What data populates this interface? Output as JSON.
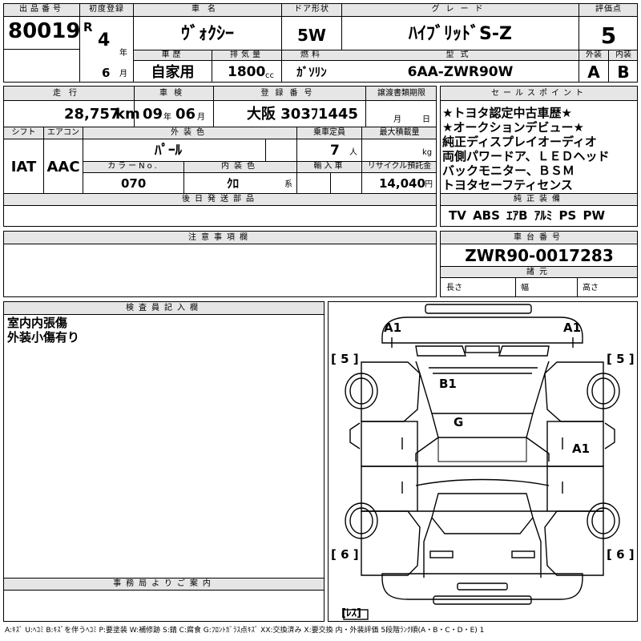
{
  "top": {
    "lot_label": "出品番号",
    "lot": "80019",
    "first_reg_label": "初度登録",
    "era": "R",
    "year": "4",
    "year_unit": "年",
    "month": "6",
    "month_unit": "月",
    "name_label": "車名",
    "name": "ｳﾞｫｸｼｰ",
    "history_label": "車歴",
    "history": "自家用",
    "disp_label": "排気量",
    "disp": "1800",
    "disp_unit": "cc",
    "door_label": "ドア形状",
    "door": "5W",
    "fuel_label": "燃料",
    "fuel": "ｶﾞｿﾘﾝ",
    "grade_label": "グレード",
    "grade": "ﾊｲﾌﾞﾘｯﾄﾞS-Z",
    "model_label": "型式",
    "model": "6AA-ZWR90W",
    "score_label": "評価点",
    "score": "5",
    "ext_label": "外装",
    "ext": "A",
    "int_label": "内装",
    "int": "B"
  },
  "mid": {
    "mileage_label": "走行",
    "mileage": "28,757",
    "mileage_unit": "km",
    "inspection_label": "車検",
    "insp_year": "09",
    "insp_year_unit": "年",
    "insp_month": "06",
    "insp_month_unit": "月",
    "reg_label": "登録番号",
    "reg": "大阪 303ﾌ1445",
    "transfer_label": "譲渡書類期限",
    "transfer_month_unit": "月",
    "transfer_day_unit": "日",
    "shift_label": "シフト",
    "shift": "IAT",
    "ac_label": "エアコン",
    "ac": "AAC",
    "color_label": "外装色",
    "color": "ﾊﾟｰﾙ",
    "capacity_label": "乗車定員",
    "capacity": "7",
    "capacity_unit": "人",
    "load_label": "最大積載量",
    "load_unit": "kg",
    "color_no_label": "カラーNo.",
    "color_no": "070",
    "interior_color_label": "内装色",
    "interior_color": "ｸﾛ",
    "interior_suffix": "系",
    "import_label": "輸入車",
    "recycle_label": "リサイクル預託金",
    "recycle": "14,040",
    "recycle_unit": "円",
    "later_parts_label": "後日発送部品"
  },
  "sales_points": {
    "label": "セールスポイント",
    "lines": [
      "★トヨタ認定中古車歴★",
      "★オークションデビュー★",
      "純正ディスプレイオーディオ",
      "両側パワードア、ＬＥＤヘッド",
      "バックモニター、ＢＳＭ",
      "トヨタセーフティセンス"
    ]
  },
  "equipment": {
    "label": "純正装備",
    "items": "TV ABS ｴｱB ｱﾙﾐ PS PW"
  },
  "notes": {
    "label": "注意事項欄"
  },
  "chassis": {
    "label": "車台番号",
    "value": "ZWR90-0017283",
    "dims_label": "諸元",
    "length": "長さ",
    "width": "幅",
    "height": "高さ"
  },
  "inspector": {
    "label": "検査員記入欄",
    "lines": [
      "室内内張傷",
      "外装小傷有り"
    ]
  },
  "office": {
    "label": "事務局よりご案内"
  },
  "diagram": {
    "a1_left": "A1",
    "a1_right": "A1",
    "b1": "B1",
    "g": "G",
    "a1_side": "A1",
    "five_l": "[ 5 ]",
    "five_r": "[ 5 ]",
    "six_l": "[ 6 ]",
    "six_r": "[ 6 ]",
    "les": "[ﾚｽ]"
  },
  "legend": "A:ｷｽﾞ U:ﾍｺﾐ B:ｷｽﾞを伴うﾍｺﾐ P:要塗装 W:補修跡 S:錆 C:腐食 G:ﾌﾛﾝﾄｶﾞﾗｽ点ｷｽﾞ XX:交換済み X:要交換 内・外装評価 5段階ﾗﾝｸ順(A・B・C・D・E) 1"
}
